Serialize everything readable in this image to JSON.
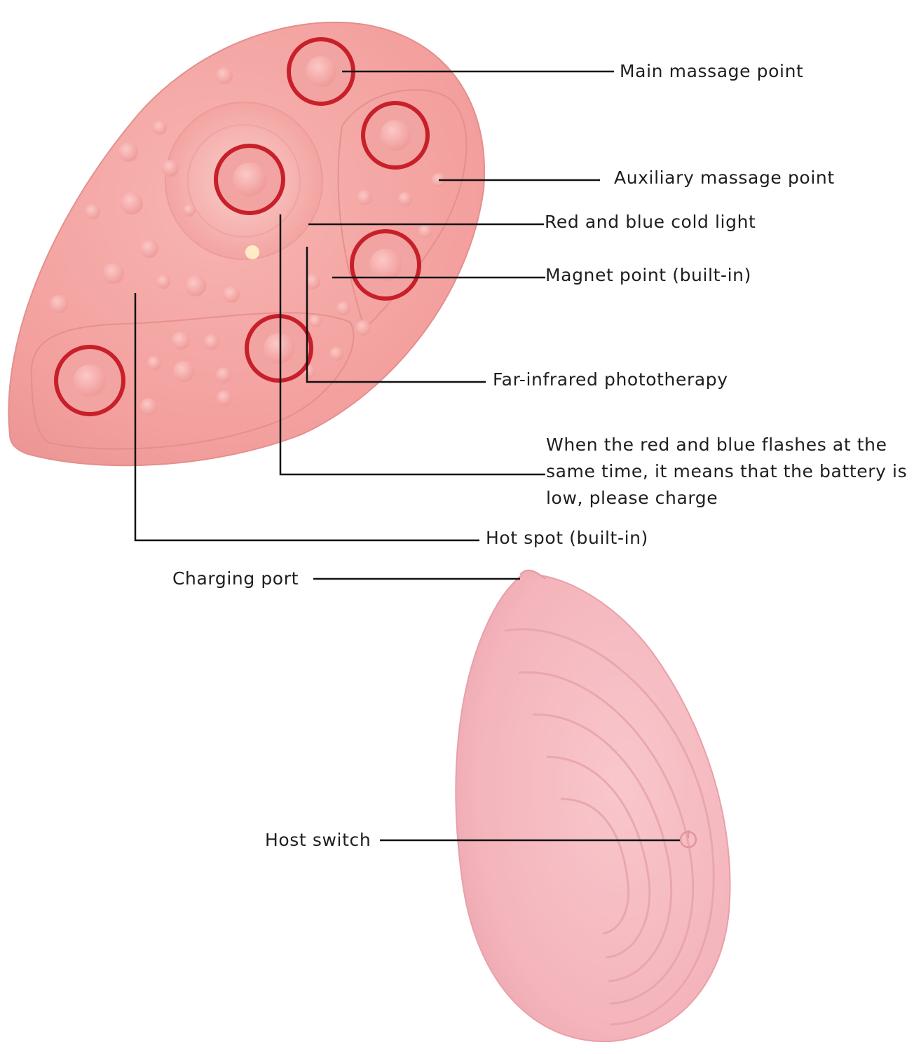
{
  "labels": {
    "main_massage_point": "Main massage point",
    "auxiliary_massage_point": "Auxiliary massage point",
    "red_blue_cold_light": "Red and blue cold light",
    "magnet_point": "Magnet point (built-in)",
    "far_infrared": "Far-infrared phototherapy",
    "battery_low_note": "When the red and blue flashes at the same time, it means that the battery is low, please charge",
    "hot_spot": "Hot spot (built-in)",
    "charging_port": "Charging port",
    "host_switch": "Host switch"
  },
  "colors": {
    "device_pink": "#f4a3a3",
    "device_back_pink": "#f5b9bf",
    "ring_red": "#c8202a",
    "leader_line": "#111111"
  },
  "icons": {
    "power": "power-icon"
  }
}
